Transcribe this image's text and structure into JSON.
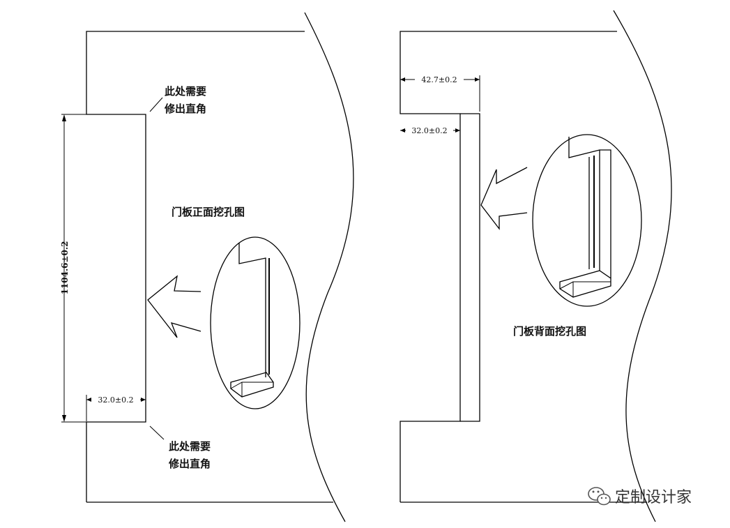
{
  "left": {
    "corner_note_top": [
      "此处需要",
      "修出直角"
    ],
    "corner_note_bottom": [
      "此处需要",
      "修出直角"
    ],
    "title": "门板正面挖孔图",
    "dim_height": "1104.6±0.2",
    "dim_width": "32.0±0.2"
  },
  "right": {
    "title": "门板背面挖孔图",
    "dim_top": "42.7±0.2",
    "dim_second": "32.0±0.2"
  },
  "watermark": "定制设计家",
  "watermark_icon": "wechat-icon"
}
